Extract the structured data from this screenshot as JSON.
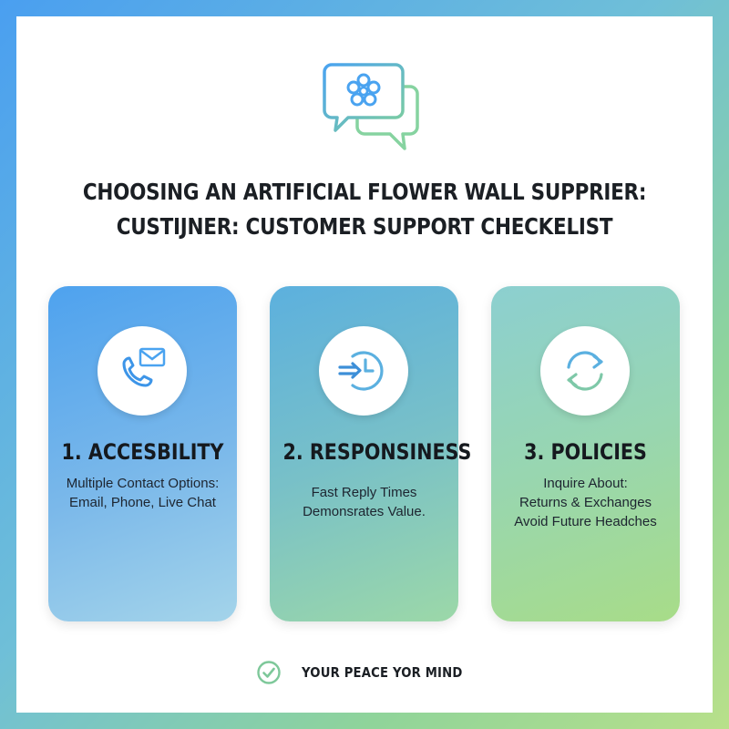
{
  "header": {
    "logo_icon": "flower-chat-bubble-icon",
    "title_line1": "CHOOSING AN ARTIFICIAL FLOWER WALL SUPPRIER:",
    "title_line2": "CUSTIJNER: CUSTOMER SUPPORT CHECKELIST"
  },
  "cards": [
    {
      "icon": "phone-email-icon",
      "title": "1. ACCESBILITY",
      "lines": [
        "Multiple Contact Options:",
        "Email, Phone, Live Chat"
      ]
    },
    {
      "icon": "arrow-clock-icon",
      "title": "2. RESPONSINESS",
      "lines": [
        "Fast Reply Times",
        "Demonsrates Value."
      ]
    },
    {
      "icon": "circular-arrows-icon",
      "title": "3. POLICIES",
      "lines": [
        "Inquire About:",
        "Returns & Exchanges",
        "Avoid Future Headches"
      ]
    }
  ],
  "footer": {
    "icon": "check-circle-icon",
    "text": "YOUR PEACE YOR MIND"
  },
  "colors": {
    "accent_blue": "#4a9ff0",
    "accent_green": "#8fd49a",
    "text_dark": "#1b1f24"
  }
}
